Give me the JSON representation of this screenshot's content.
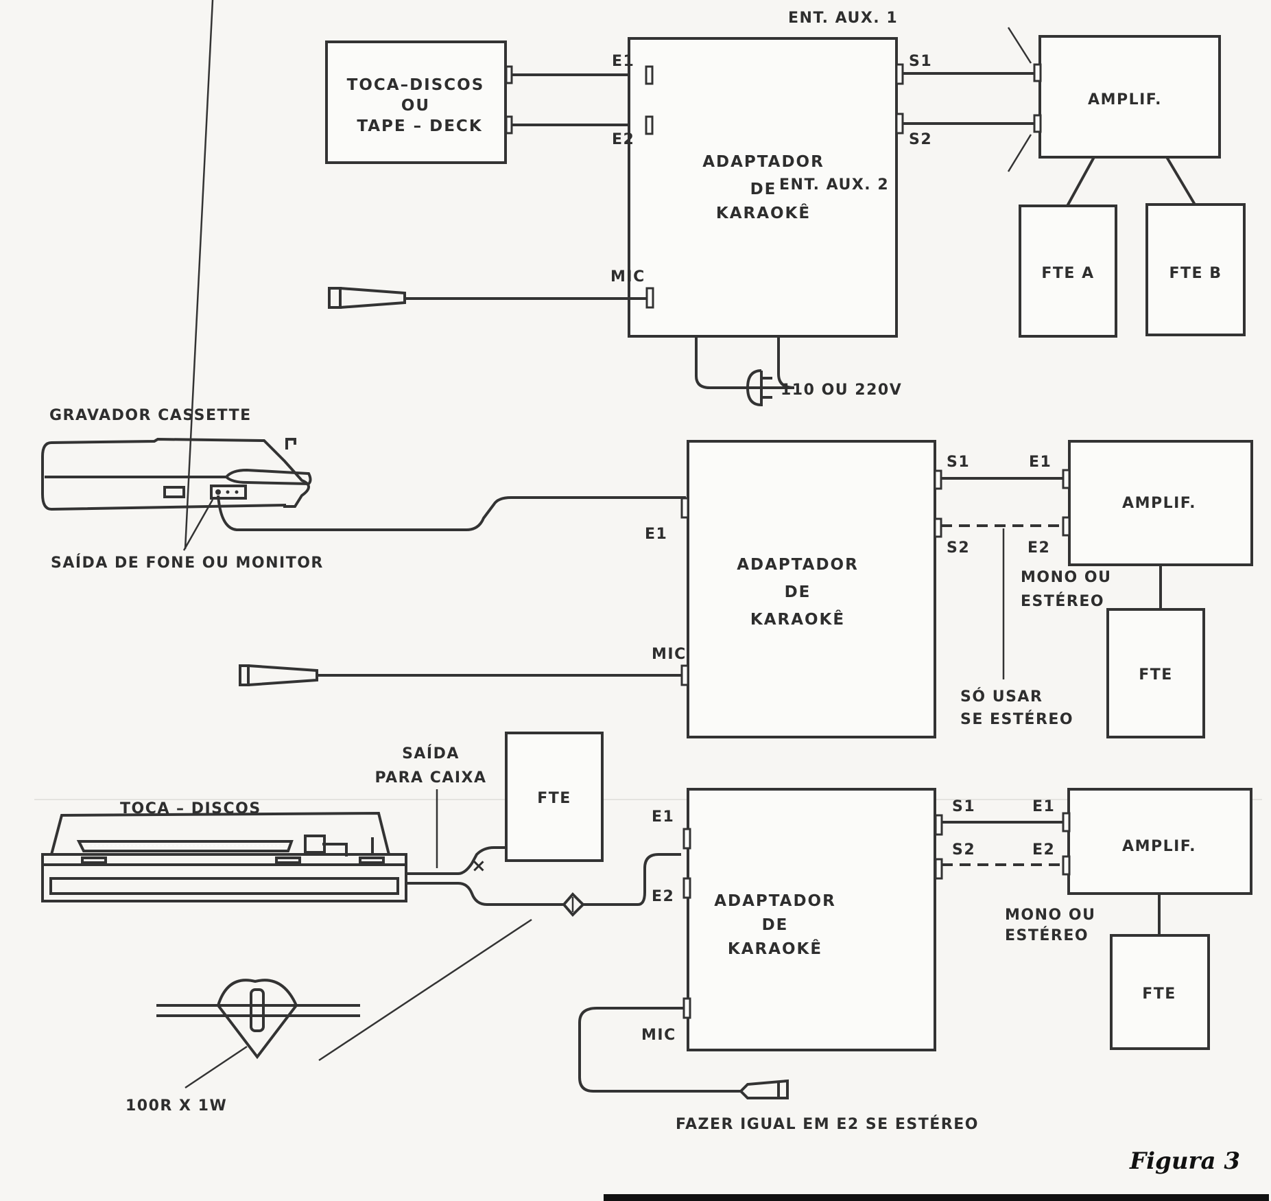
{
  "figure": {
    "caption": "Figura 3"
  },
  "diagram1": {
    "source": {
      "line1": "TOCA–DISCOS",
      "line2": "OU",
      "line3": "TAPE – DECK"
    },
    "adapter": {
      "line1": "ADAPTADOR",
      "line2": "DE",
      "line3": "KARAOKÊ",
      "e1": "E1",
      "e2": "E2",
      "mic": "MIC",
      "s1": "S1",
      "s2": "S2"
    },
    "amp": {
      "label": "AMPLIF.",
      "aux1": "ENT. AUX. 1",
      "aux2": "ENT. AUX. 2"
    },
    "speaker_a": "FTE A",
    "speaker_b": "FTE B",
    "power": "110 OU 220V"
  },
  "diagram2": {
    "cassette": {
      "title": "GRAVADOR CASSETTE",
      "output": "SAÍDA DE FONE OU MONITOR"
    },
    "adapter": {
      "line1": "ADAPTADOR",
      "line2": "DE",
      "line3": "KARAOKÊ",
      "e1": "E1",
      "mic": "MIC",
      "s1": "S1",
      "s2": "S2"
    },
    "amp": {
      "label": "AMPLIF.",
      "e1": "E1",
      "e2": "E2",
      "mode1": "MONO OU",
      "mode2": "ESTÉREO"
    },
    "note": {
      "line1": "SÓ USAR",
      "line2": "SE ESTÉREO"
    },
    "speaker": "FTE"
  },
  "diagram3": {
    "turntable": {
      "title": "TOCA – DISCOS",
      "output1": "SAÍDA",
      "output2": "PARA CAIXA"
    },
    "speaker_left": "FTE",
    "resistor": "100R X 1W",
    "adapter": {
      "line1": "ADAPTADOR",
      "line2": "DE",
      "line3": "KARAOKÊ",
      "e1": "E1",
      "e2": "E2",
      "mic": "MIC",
      "s1": "S1",
      "s2": "S2"
    },
    "amp": {
      "label": "AMPLIF.",
      "e1": "E1",
      "e2": "E2",
      "mode1": "MONO OU",
      "mode2": "ESTÉREO"
    },
    "speaker": "FTE",
    "note": "FAZER IGUAL EM E2 SE ESTÉREO"
  }
}
